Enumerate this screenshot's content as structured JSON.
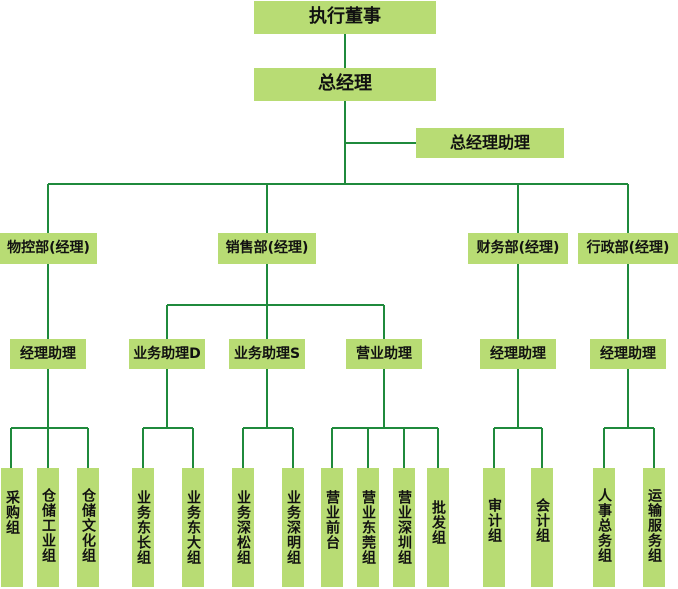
{
  "nodes": {
    "ceo": "执行董事",
    "gm": "总经理",
    "gm_assistant": "总经理助理",
    "dept_materials": "物控部(经理)",
    "dept_sales": "销售部(经理)",
    "dept_finance": "财务部(经理)",
    "dept_admin": "行政部(经理)",
    "asst_materials": "经理助理",
    "asst_sales_d": "业务助理D",
    "asst_sales_s": "业务助理S",
    "asst_business": "营业助理",
    "asst_finance": "经理助理",
    "asst_admin": "经理助理",
    "team_purchase": "采购组",
    "team_storage_industrial": "仓储工业组",
    "team_storage_culture": "仓储文化组",
    "team_dongchang": "业务东长组",
    "team_dongda": "业务东大组",
    "team_shensong": "业务深松组",
    "team_shenming": "业务深明组",
    "team_front": "营业前台",
    "team_dongguan": "营业东莞组",
    "team_shenzhen": "营业深圳组",
    "team_wholesale": "批发组",
    "team_audit": "审计组",
    "team_accounting": "会计组",
    "team_hr": "人事总务组",
    "team_transport": "运输服务组"
  },
  "colors": {
    "box_fill": "#b8dc74",
    "line": "#1f8a3c"
  }
}
